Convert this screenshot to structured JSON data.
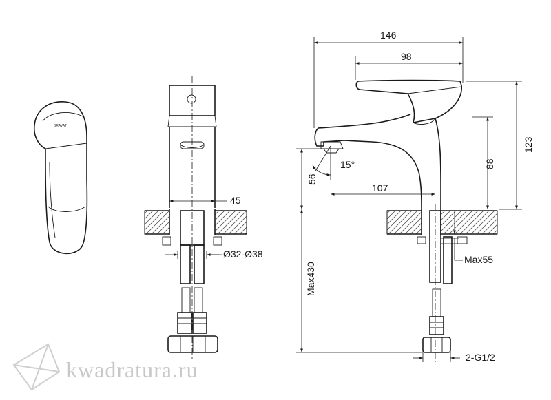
{
  "dimensions": {
    "overall_width": "146",
    "handle_to_spout": "98",
    "total_height": "123",
    "spout_height": "88",
    "spout_outlet_height": "56",
    "spout_reach": "107",
    "spout_angle": "15°",
    "body_diameter": "45",
    "hole_diameter": "Ø32-Ø38",
    "max_countertop": "Max55",
    "max_hose": "Max430",
    "connection": "2-G1/2"
  },
  "brand_mark": "BRAVAT",
  "watermark": "kwadratura.ru",
  "colors": {
    "line": "#1a1a1a",
    "watermark": "#c8c8c8"
  }
}
